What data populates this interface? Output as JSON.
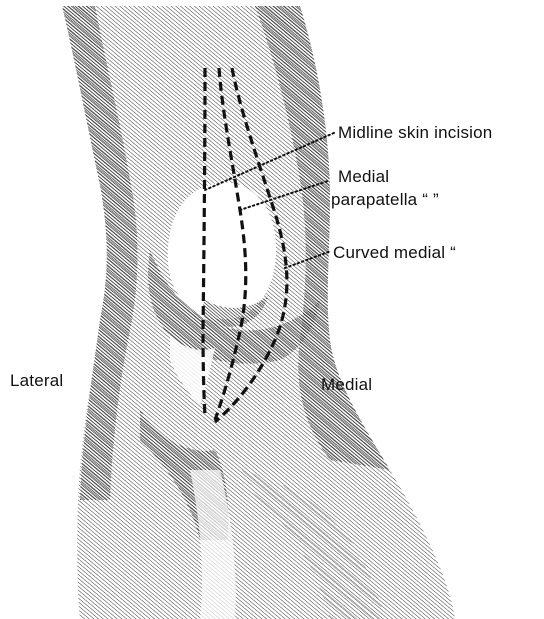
{
  "labels": {
    "midline": "Midline skin incision",
    "medial_line1": "Medial",
    "medial_line2": "parapatella “   ”",
    "curved": "Curved medial   “",
    "lateral": "Lateral",
    "medial_side": "Medial"
  },
  "colors": {
    "ink": "#111111",
    "hatch": "#3a3a3a",
    "background": "#ffffff"
  }
}
